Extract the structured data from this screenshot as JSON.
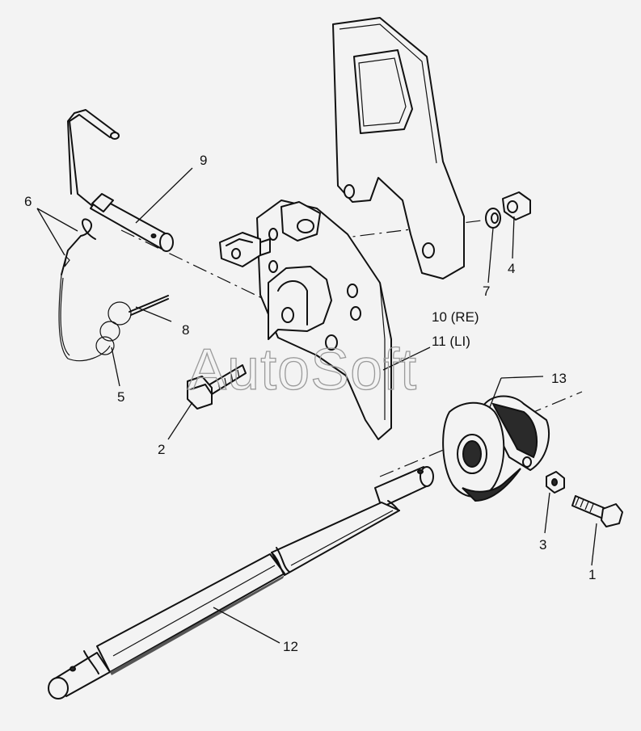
{
  "labels": {
    "l1": "1",
    "l2": "2",
    "l3": "3",
    "l4": "4",
    "l5": "5",
    "l6": "6",
    "l7": "7",
    "l8": "8",
    "l9": "9",
    "l10": "10 (RE)",
    "l11": "11 (LI)",
    "l12": "12",
    "l13": "13"
  },
  "watermark": "AutoSoft"
}
